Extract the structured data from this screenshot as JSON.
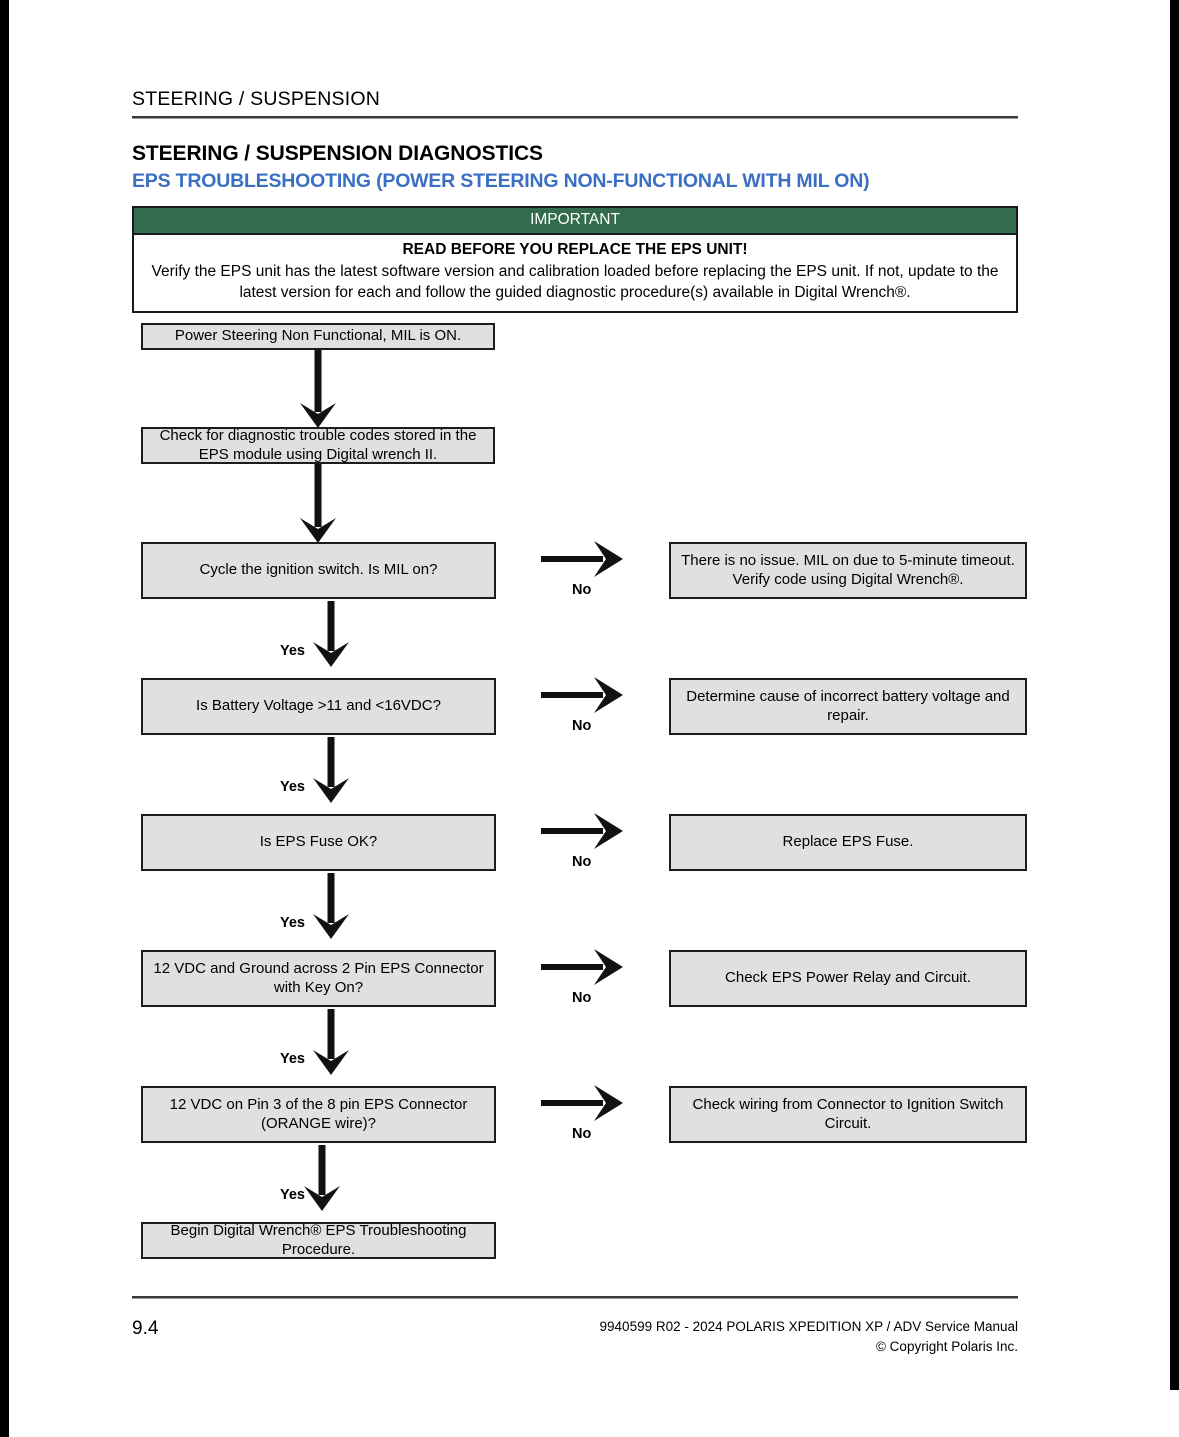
{
  "page": {
    "running_header": "STEERING / SUSPENSION",
    "title_main": "STEERING / SUSPENSION DIAGNOSTICS",
    "title_sub": "EPS TROUBLESHOOTING (POWER STEERING NON-FUNCTIONAL WITH MIL ON)",
    "accent_blue": "#3b6fc4",
    "callout_green": "#336b4d",
    "node_fill": "#e0e0e0"
  },
  "callout": {
    "heading": "IMPORTANT",
    "strong_line": "READ BEFORE YOU REPLACE THE EPS UNIT!",
    "body": "Verify the EPS unit has the latest software version and calibration loaded before replacing the EPS unit. If not, update to the latest version for each and follow the guided diagnostic procedure(s) available in Digital Wrench®."
  },
  "flowchart": {
    "start": "Power Steering Non Functional, MIL is ON.",
    "step2": "Check for diagnostic trouble codes stored in the EPS module using Digital wrench II.",
    "decisions": [
      {
        "question": "Cycle the ignition switch. Is MIL on?",
        "no_label": "No",
        "yes_label": "Yes",
        "outcome": "There is no issue. MIL on due to 5-minute timeout. Verify code using Digital Wrench®."
      },
      {
        "question": "Is Battery Voltage >11 and <16VDC?",
        "no_label": "No",
        "yes_label": "Yes",
        "outcome": "Determine cause of incorrect battery voltage and repair."
      },
      {
        "question": "Is EPS Fuse OK?",
        "no_label": "No",
        "yes_label": "Yes",
        "outcome": "Replace EPS Fuse."
      },
      {
        "question": "12 VDC and Ground across 2 Pin EPS Connector with Key On?",
        "no_label": "No",
        "yes_label": "Yes",
        "outcome": "Check EPS Power Relay and Circuit."
      },
      {
        "question": "12 VDC on Pin 3 of the 8 pin EPS Connector (ORANGE wire)?",
        "no_label": "No",
        "yes_label": "Yes",
        "outcome": "Check wiring from Connector to Ignition Switch Circuit."
      }
    ],
    "end": "Begin Digital Wrench® EPS Troubleshooting Procedure."
  },
  "footer": {
    "page_number": "9.4",
    "manual_line": "9940599 R02 - 2024 POLARIS XPEDITION XP / ADV Service Manual",
    "copyright_line": "© Copyright Polaris Inc."
  }
}
